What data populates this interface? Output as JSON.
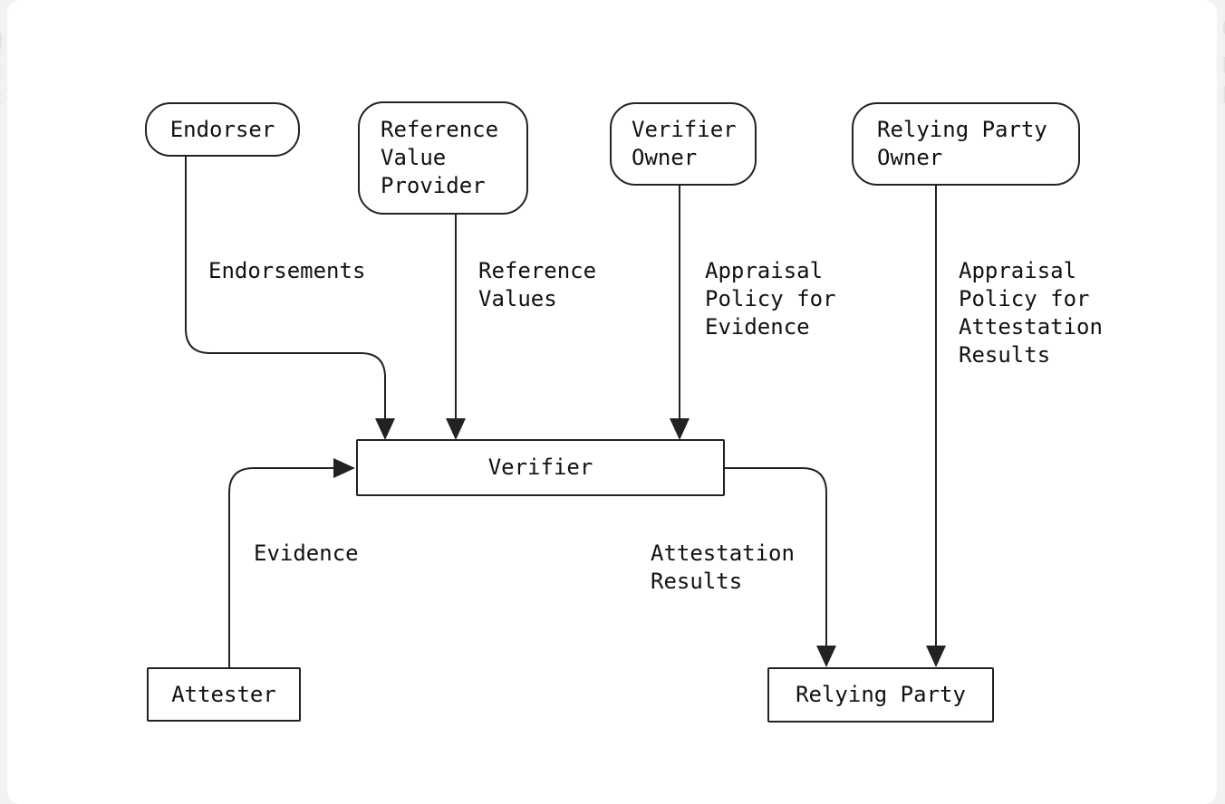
{
  "page": {
    "background_fragments": {
      "left": [
        "h",
        "c",
        "=",
        "i"
      ],
      "right": [
        "e",
        "u",
        "n"
      ]
    }
  },
  "diagram": {
    "nodes": {
      "endorser": {
        "label": "Endorser"
      },
      "reference_value_provider": {
        "label": "Reference\nValue\nProvider"
      },
      "verifier_owner": {
        "label": "Verifier\nOwner"
      },
      "relying_party_owner": {
        "label": "Relying Party\nOwner"
      },
      "verifier": {
        "label": "Verifier"
      },
      "attester": {
        "label": "Attester"
      },
      "relying_party": {
        "label": "Relying Party"
      }
    },
    "edge_labels": {
      "endorsements": "Endorsements",
      "reference_values": "Reference\nValues",
      "appraisal_policy_evidence": "Appraisal\nPolicy for\nEvidence",
      "appraisal_policy_attestation_results": "Appraisal\nPolicy for\nAttestation\nResults",
      "evidence": "Evidence",
      "attestation_results": "Attestation\nResults"
    },
    "colors": {
      "stroke": "#222222",
      "text": "#111111",
      "node_fill": "#ffffff",
      "canvas": "#ffffff",
      "page_margin": "#f2f2f2"
    }
  }
}
